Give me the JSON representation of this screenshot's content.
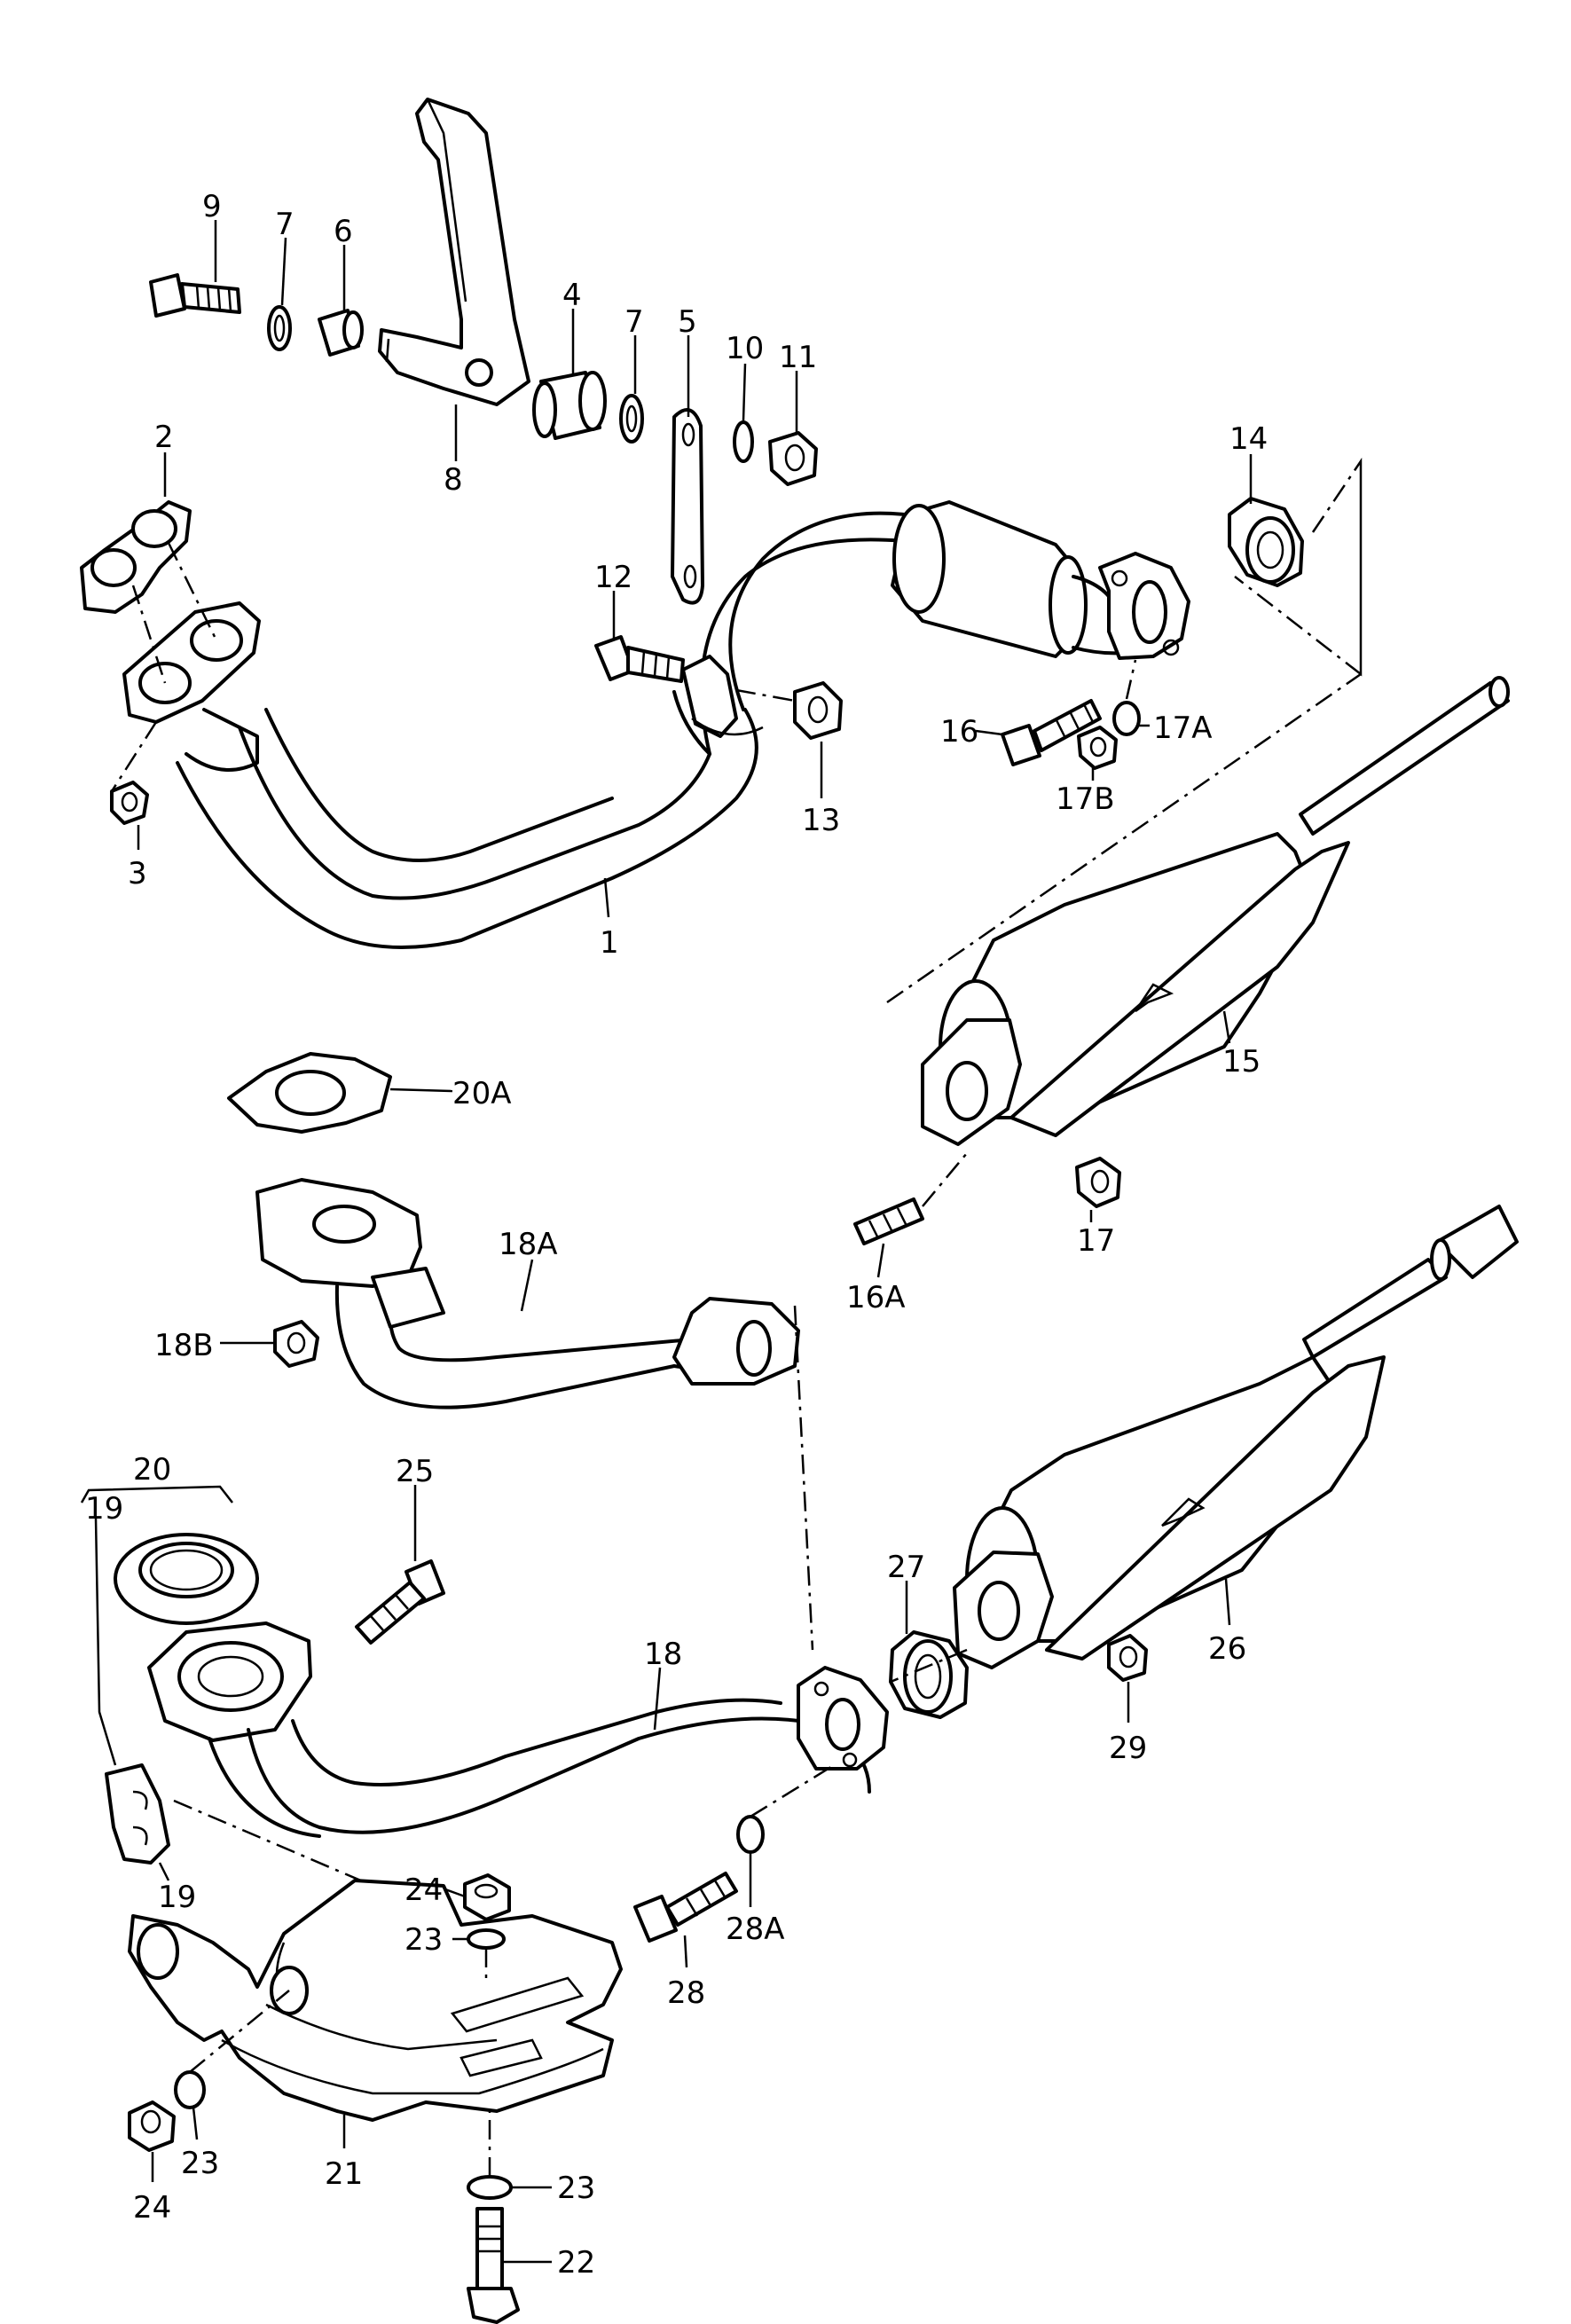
{
  "parts": [
    {
      "id": "p1",
      "label": "1"
    },
    {
      "id": "p2",
      "label": "2"
    },
    {
      "id": "p3",
      "label": "3"
    },
    {
      "id": "p4",
      "label": "4"
    },
    {
      "id": "p5",
      "label": "5"
    },
    {
      "id": "p6",
      "label": "6"
    },
    {
      "id": "p7a",
      "label": "7"
    },
    {
      "id": "p7b",
      "label": "7"
    },
    {
      "id": "p8",
      "label": "8"
    },
    {
      "id": "p9",
      "label": "9"
    },
    {
      "id": "p10",
      "label": "10"
    },
    {
      "id": "p11",
      "label": "11"
    },
    {
      "id": "p12",
      "label": "12"
    },
    {
      "id": "p13",
      "label": "13"
    },
    {
      "id": "p14",
      "label": "14"
    },
    {
      "id": "p15",
      "label": "15"
    },
    {
      "id": "p16",
      "label": "16"
    },
    {
      "id": "p16A",
      "label": "16A"
    },
    {
      "id": "p17",
      "label": "17"
    },
    {
      "id": "p17A",
      "label": "17A"
    },
    {
      "id": "p17B",
      "label": "17B"
    },
    {
      "id": "p18",
      "label": "18"
    },
    {
      "id": "p18A",
      "label": "18A"
    },
    {
      "id": "p18B",
      "label": "18B"
    },
    {
      "id": "p19a",
      "label": "19"
    },
    {
      "id": "p19b",
      "label": "19"
    },
    {
      "id": "p20",
      "label": "20"
    },
    {
      "id": "p20A",
      "label": "20A"
    },
    {
      "id": "p21",
      "label": "21"
    },
    {
      "id": "p22",
      "label": "22"
    },
    {
      "id": "p23a",
      "label": "23"
    },
    {
      "id": "p23b",
      "label": "23"
    },
    {
      "id": "p23c",
      "label": "23"
    },
    {
      "id": "p24a",
      "label": "24"
    },
    {
      "id": "p24b",
      "label": "24"
    },
    {
      "id": "p25",
      "label": "25"
    },
    {
      "id": "p26",
      "label": "26"
    },
    {
      "id": "p27",
      "label": "27"
    },
    {
      "id": "p28",
      "label": "28"
    },
    {
      "id": "p28A",
      "label": "28A"
    },
    {
      "id": "p29",
      "label": "29"
    }
  ]
}
